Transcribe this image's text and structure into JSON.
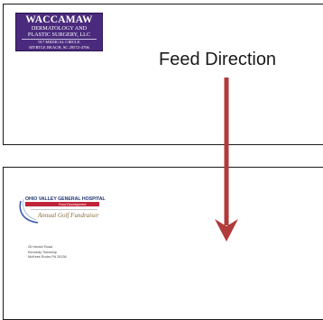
{
  "feed_direction_label": "Feed Direction",
  "top_envelope": {
    "logo": {
      "name": "WACCAMAW",
      "line2": "DERMATOLOGY AND",
      "line3": "PLASTIC SURGERY, LLC",
      "line4": "917 MEDICAL CIRCLE",
      "line5": "MYRTLE BEACH, SC 29572-4706"
    }
  },
  "bottom_envelope": {
    "logo": {
      "name": "OHIO VALLEY GENERAL HOSPITAL",
      "subtitle": "Fund Development",
      "tagline": "Annual Golf Fundraiser"
    },
    "address": {
      "line1": "25 Heckel Road",
      "line2": "Kennedy Township",
      "line3": "McKees Rocks PA 15136"
    }
  },
  "colors": {
    "arrow": "#b13a3a",
    "wac_logo_bg": "#4a2a7c",
    "ohio_banner": "#c0243a",
    "ohio_navy": "#1f3470",
    "ohio_script": "#8a6b3a"
  }
}
